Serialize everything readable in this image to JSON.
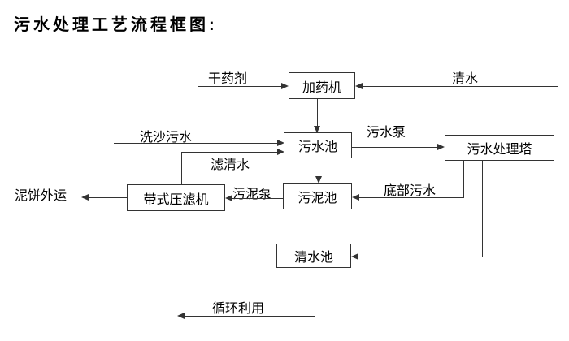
{
  "title": "污水处理工艺流程框图:",
  "nodes": {
    "dosing_machine": {
      "label": "加药机"
    },
    "sewage_pool": {
      "label": "污水池"
    },
    "treatment_tower": {
      "label": "污水处理塔"
    },
    "sludge_pool": {
      "label": "污泥池"
    },
    "belt_filter_press": {
      "label": "带式压滤机"
    },
    "clean_water_pool": {
      "label": "清水池"
    }
  },
  "flow_labels": {
    "dry_agent": "干药剂",
    "clean_water": "清水",
    "sand_washing_sewage": "洗沙污水",
    "filtered_water": "滤清水",
    "sewage_pump": "污水泵",
    "bottom_sewage": "底部污水",
    "sludge_pump": "污泥泵",
    "mud_cake_out": "泥饼外运",
    "recycle": "循环利用"
  },
  "colors": {
    "background": "#ffffff",
    "line": "#333333",
    "text": "#000000"
  }
}
